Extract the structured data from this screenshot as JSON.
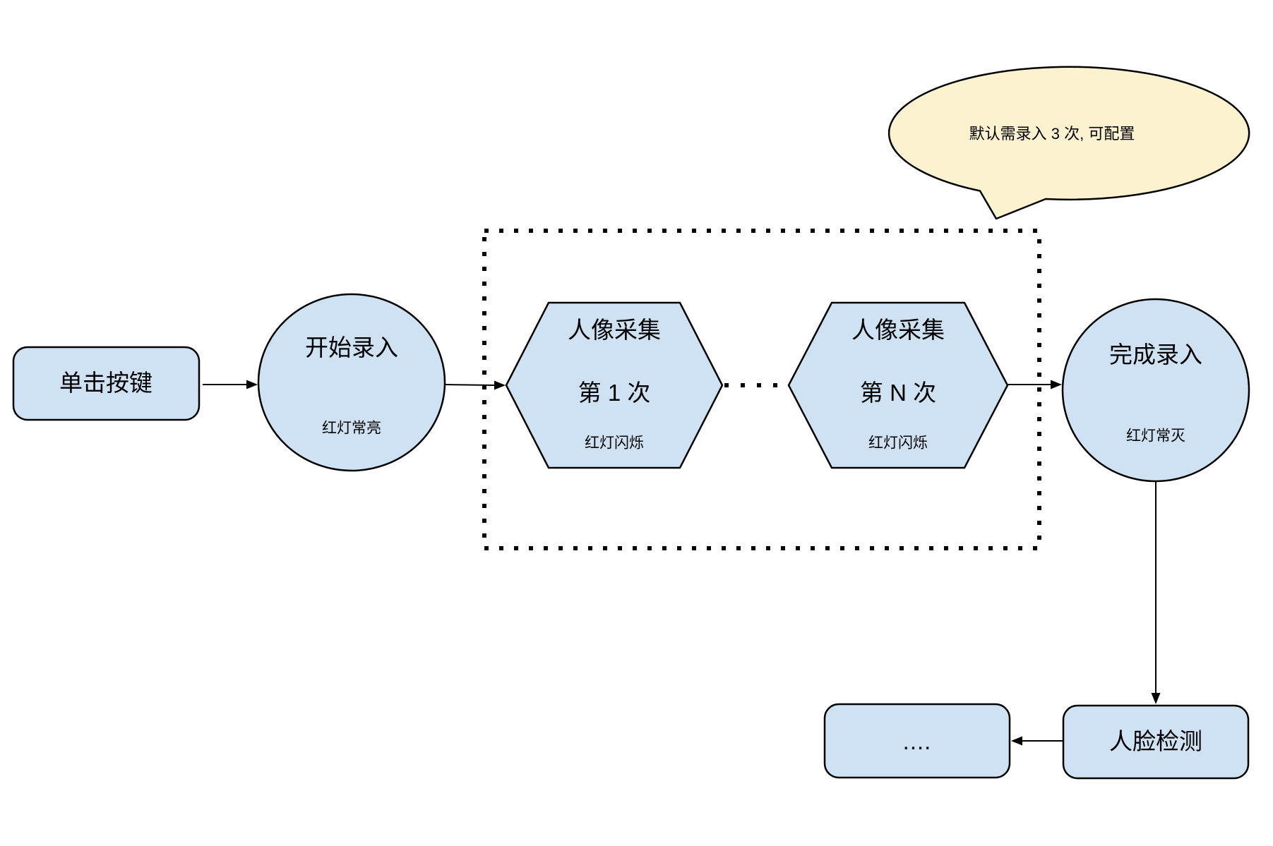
{
  "colors": {
    "node_fill": "#cfe2f3",
    "bubble_fill": "#fdf2cf",
    "stroke": "#000000",
    "arrow": "#000000"
  },
  "nodes": {
    "click_button": {
      "label": "单击按键"
    },
    "start_entry": {
      "title": "开始录入",
      "subtitle": "红灯常亮"
    },
    "capture_1": {
      "line1": "人像采集",
      "line2": "第 1 次",
      "line3": "红灯闪烁"
    },
    "capture_n": {
      "line1": "人像采集",
      "line2": "第 N 次",
      "line3": "红灯闪烁"
    },
    "finish_entry": {
      "title": "完成录入",
      "subtitle": "红灯常灭"
    },
    "more_steps": {
      "label": "...."
    },
    "face_detection": {
      "label": "人脸检测"
    }
  },
  "callout": {
    "text": "默认需录入 3 次, 可配置"
  }
}
